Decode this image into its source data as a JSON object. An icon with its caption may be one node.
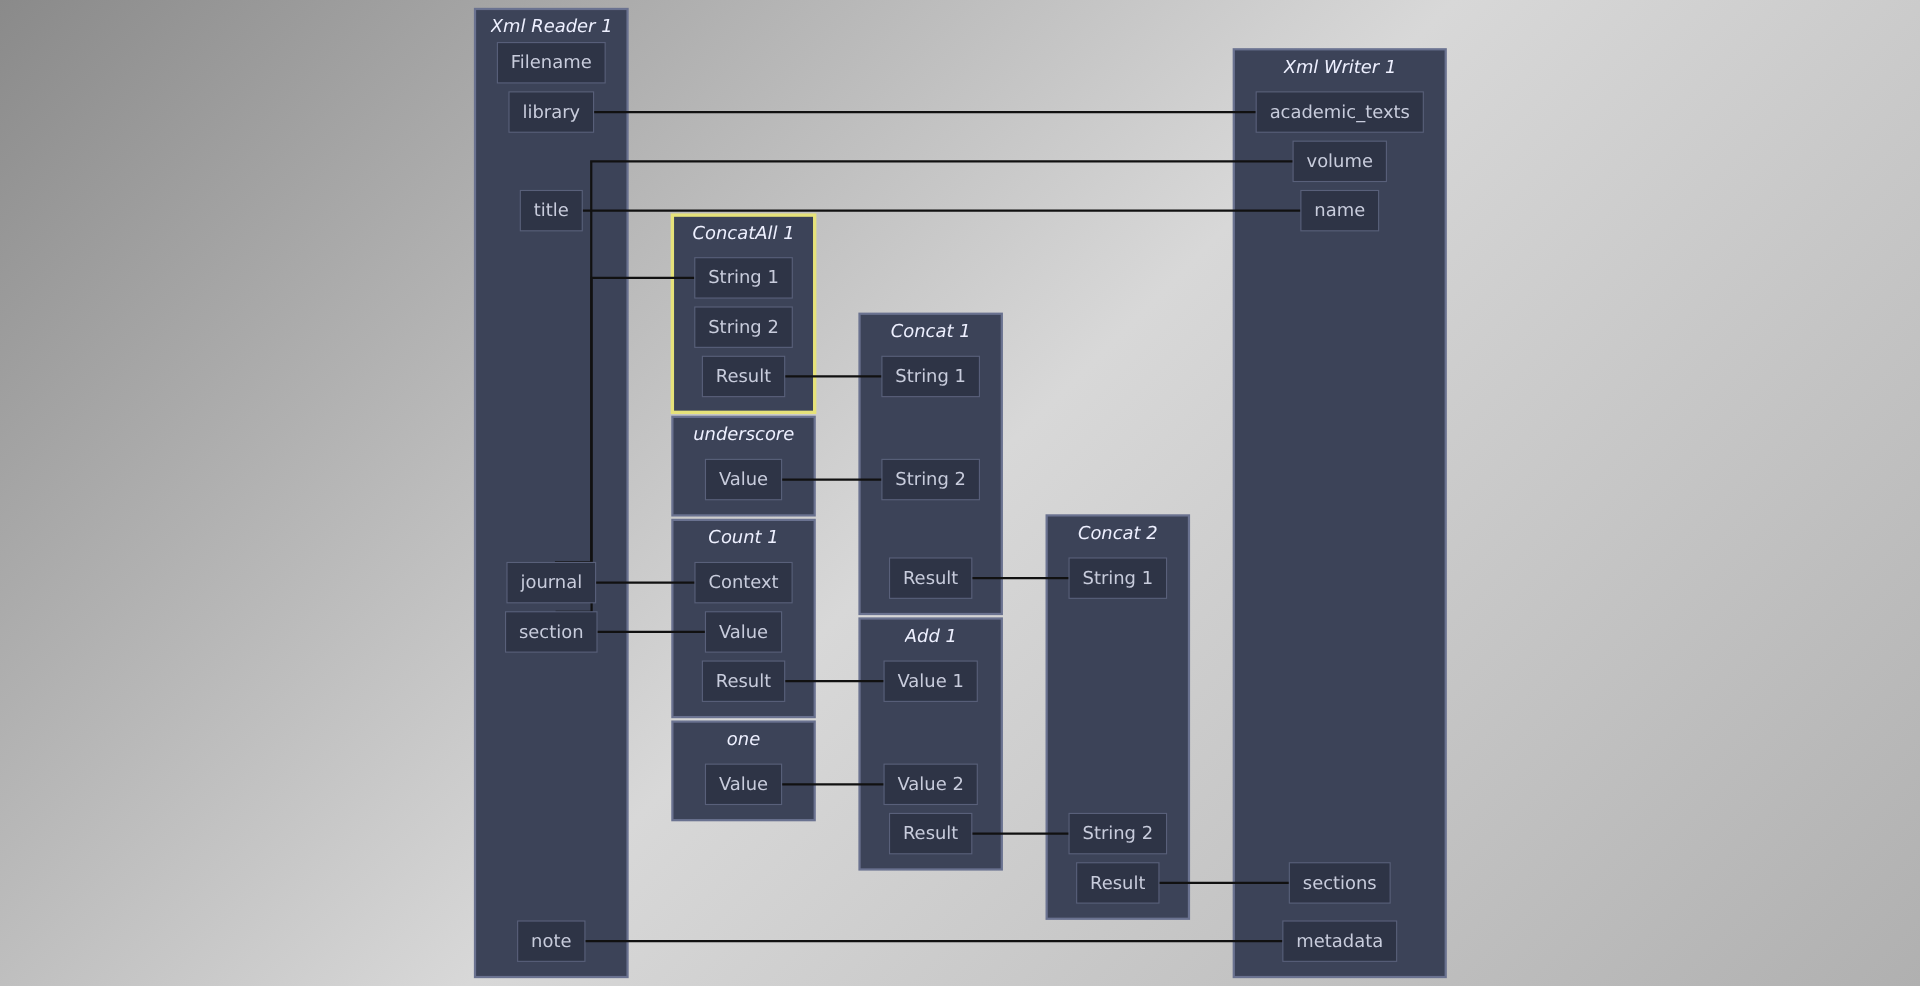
{
  "diagram": {
    "nodes": [
      {
        "text": [
          "Xml Reader 1"
        ]
      },
      {
        "text": [
          "Filename"
        ],
        "in": 0
      },
      {
        "text": [
          "library"
        ],
        "in": 0
      },
      {
        "text": [
          "journal"
        ],
        "in": 0
      },
      {
        "text": [
          "section"
        ],
        "in": 0
      },
      {
        "text": [
          "title"
        ],
        "in": 0
      },
      {
        "text": [
          "note"
        ],
        "in": 0
      },
      {
        "text": [
          "Xml Writer 1"
        ]
      },
      {
        "text": [
          "academic_texts"
        ],
        "in": 7
      },
      {
        "text": [
          "volume"
        ],
        "in": 7
      },
      {
        "text": [
          "name"
        ],
        "in": 7
      },
      {
        "text": [
          "sections"
        ],
        "in": 7
      },
      {
        "text": [
          "metadata"
        ],
        "in": 7
      },
      {
        "text": [
          "ConcatAll 1"
        ]
      },
      {
        "text": [
          "String 1"
        ],
        "in": 13
      },
      {
        "text": [
          "String 2"
        ],
        "in": 13
      },
      {
        "text": [
          "Result"
        ],
        "in": 13
      },
      {
        "text": [
          "Concat 1"
        ]
      },
      {
        "text": [
          "String 1"
        ],
        "in": 17
      },
      {
        "text": [
          "String 2"
        ],
        "in": 17
      },
      {
        "text": [
          "Result"
        ],
        "in": 17
      },
      {
        "text": [
          "underscore"
        ]
      },
      {
        "text": [
          "Value"
        ],
        "in": 21
      },
      {
        "text": [
          "Concat 2"
        ]
      },
      {
        "text": [
          "String 1"
        ],
        "in": 23
      },
      {
        "text": [
          "String 2"
        ],
        "in": 23
      },
      {
        "text": [
          "Result"
        ],
        "in": 23
      },
      {
        "text": [
          "Count 1"
        ]
      },
      {
        "text": [
          "Context"
        ],
        "in": 27
      },
      {
        "text": [
          "Value"
        ],
        "in": 27
      },
      {
        "text": [
          "Result"
        ],
        "in": 27
      },
      {
        "text": [
          "Add 1"
        ]
      },
      {
        "text": [
          "Value 1"
        ],
        "in": 31
      },
      {
        "text": [
          "Value 2"
        ],
        "in": 31
      },
      {
        "text": [
          "Result"
        ],
        "in": 31
      },
      {
        "text": [
          "one"
        ]
      },
      {
        "text": [
          "Value"
        ],
        "in": 35
      }
    ],
    "edges": [
      {
        "from": 2,
        "to": 8,
        "arrow": "none"
      },
      {
        "from": 3,
        "to": 9,
        "arrow": "none"
      },
      {
        "from": 5,
        "to": 10,
        "arrow": "none"
      },
      {
        "from": 6,
        "to": 12,
        "arrow": "none"
      },
      {
        "from": 3,
        "to": 28,
        "arrow": "none"
      },
      {
        "from": 4,
        "to": 14,
        "arrow": "none"
      },
      {
        "from": 4,
        "to": 29,
        "arrow": "none"
      },
      {
        "from": 16,
        "to": 18,
        "arrow": "none"
      },
      {
        "from": 22,
        "to": 19,
        "arrow": "none"
      },
      {
        "from": 20,
        "to": 24,
        "arrow": "none"
      },
      {
        "from": 30,
        "to": 32,
        "arrow": "none"
      },
      {
        "from": 36,
        "to": 33,
        "arrow": "none"
      },
      {
        "from": 34,
        "to": 25,
        "arrow": "none"
      },
      {
        "from": 26,
        "to": 11,
        "arrow": "none"
      }
    ]
  }
}
